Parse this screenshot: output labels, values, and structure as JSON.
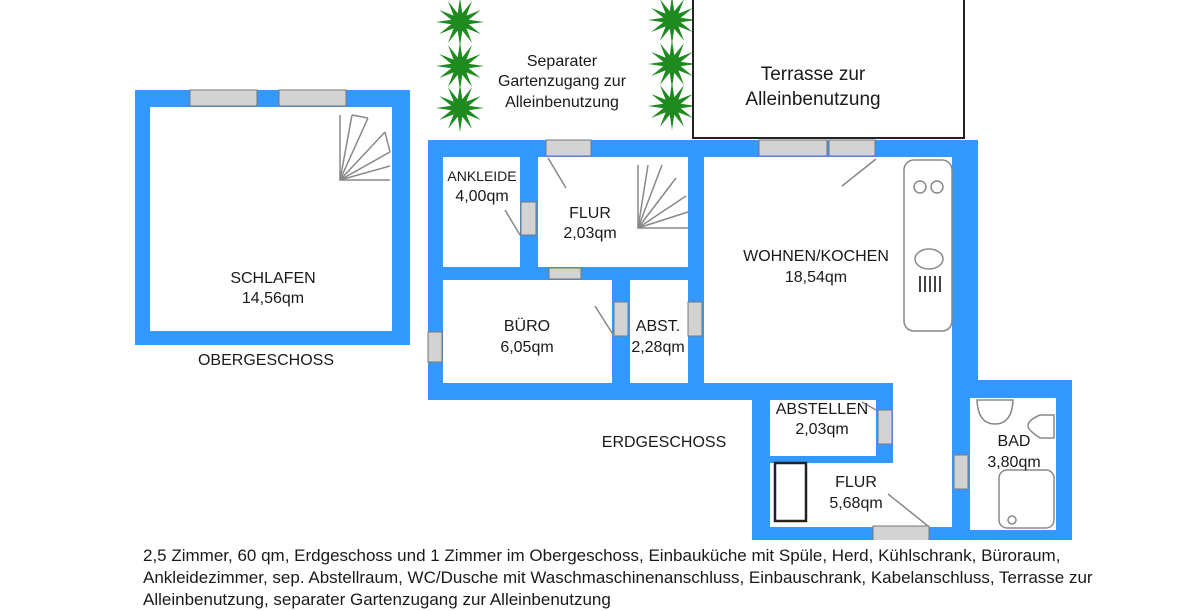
{
  "colors": {
    "wall": "#3399ff",
    "window": "#d3d3d3",
    "room": "#ffffff",
    "plant": "#1f8a1f"
  },
  "labels": {
    "garden_access": [
      "Separater",
      "Gartenzugang zur",
      "Alleinbenutzung"
    ],
    "terrace": [
      "Terrasse zur",
      "Alleinbenutzung"
    ],
    "upper_floor": "OBERGESCHOSS",
    "ground_floor": "ERDGESCHOSS"
  },
  "rooms": [
    {
      "name": "SCHLAFEN",
      "area": "14,56qm"
    },
    {
      "name": "ANKLEIDE",
      "area": "4,00qm"
    },
    {
      "name": "FLUR",
      "area": "2,03qm"
    },
    {
      "name": "WOHNEN/KOCHEN",
      "area": "18,54qm"
    },
    {
      "name": "BÜRO",
      "area": "6,05qm"
    },
    {
      "name": "ABST.",
      "area": "2,28qm"
    },
    {
      "name": "ABSTELLEN",
      "area": "2,03qm"
    },
    {
      "name": "FLUR",
      "area": "5,68qm"
    },
    {
      "name": "BAD",
      "area": "3,80qm"
    }
  ],
  "description": "2,5 Zimmer, 60 qm, Erdgeschoss und 1 Zimmer im Obergeschoss, Einbauküche mit Spüle, Herd, Kühlschrank, Büroraum, Ankleidezimmer, sep. Abstellraum, WC/Dusche mit Waschmaschinenanschluss, Einbauschrank, Kabelanschluss, Terrasse zur Alleinbenutzung, separater Gartenzugang zur Alleinbenutzung"
}
